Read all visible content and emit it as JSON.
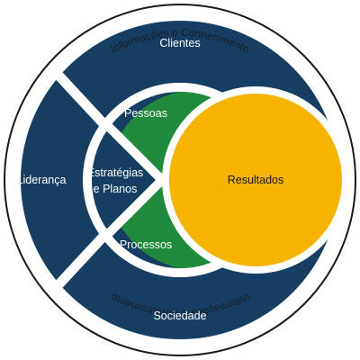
{
  "outer_ring": {
    "top_text": "Informações e Conhecimento",
    "bottom_text": "Informações e Conhecimento"
  },
  "segments": {
    "clientes": "Clientes",
    "lideranca": "Liderança",
    "sociedade": "Sociedade",
    "pessoas": "Pessoas",
    "processos": "Processos",
    "estrategias_line1": "Estratégias",
    "estrategias_line2": "e Planos",
    "resultados": "Resultados"
  },
  "colors": {
    "navy": "#163e63",
    "green": "#1f8a3b",
    "gold": "#f5b400",
    "white": "#ffffff",
    "outline": "#1a1a1a"
  }
}
